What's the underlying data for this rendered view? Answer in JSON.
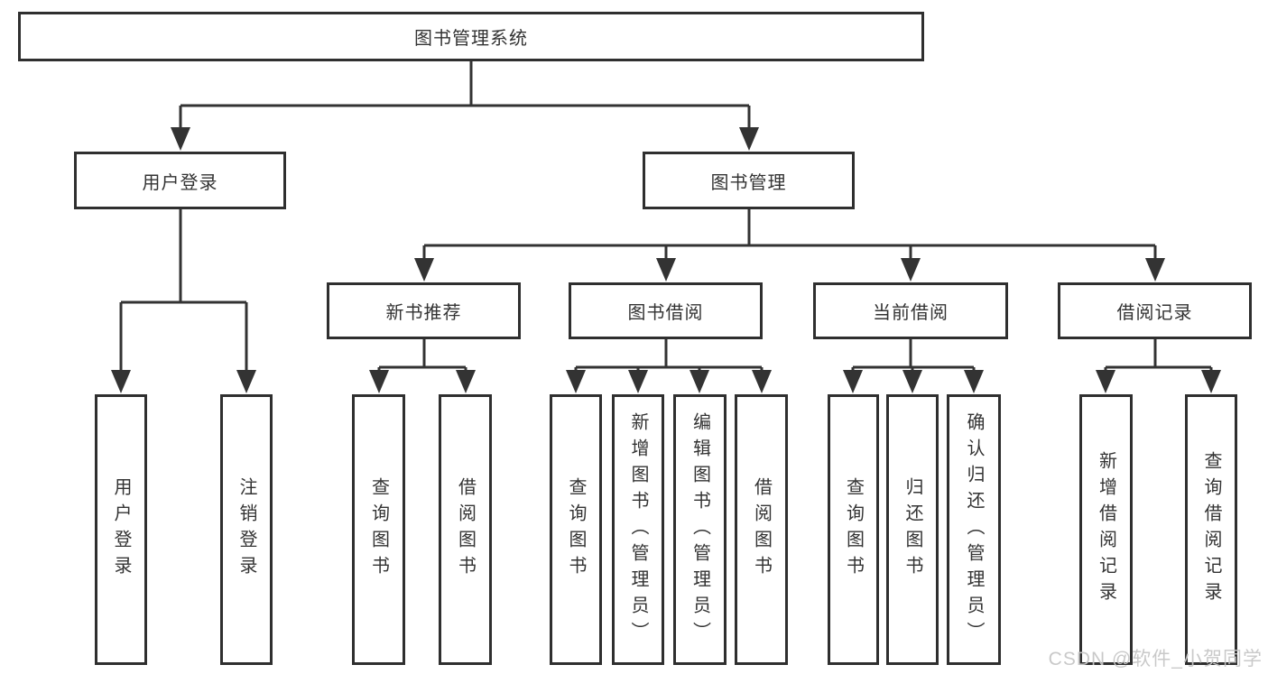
{
  "diagram": {
    "title": "图书管理系统",
    "branches": [
      {
        "label": "用户登录",
        "children": [
          {
            "label": "用户登录"
          },
          {
            "label": "注销登录"
          }
        ]
      },
      {
        "label": "图书管理",
        "children": [
          {
            "label": "新书推荐",
            "children": [
              {
                "label": "查询图书"
              },
              {
                "label": "借阅图书"
              }
            ]
          },
          {
            "label": "图书借阅",
            "children": [
              {
                "label": "查询图书"
              },
              {
                "label": "新增图书（管理员）"
              },
              {
                "label": "编辑图书（管理员）"
              },
              {
                "label": "借阅图书"
              }
            ]
          },
          {
            "label": "当前借阅",
            "children": [
              {
                "label": "查询图书"
              },
              {
                "label": "归还图书"
              },
              {
                "label": "确认归还（管理员）"
              }
            ]
          },
          {
            "label": "借阅记录",
            "children": [
              {
                "label": "新增借阅记录"
              },
              {
                "label": "查询借阅记录"
              }
            ]
          }
        ]
      }
    ]
  },
  "watermark": "CSDN @软件_小贺同学",
  "colors": {
    "line": "#333333",
    "border": "#2f2f2f",
    "text": "#333333",
    "background": "#ffffff",
    "watermark": "#c6c6c6"
  }
}
